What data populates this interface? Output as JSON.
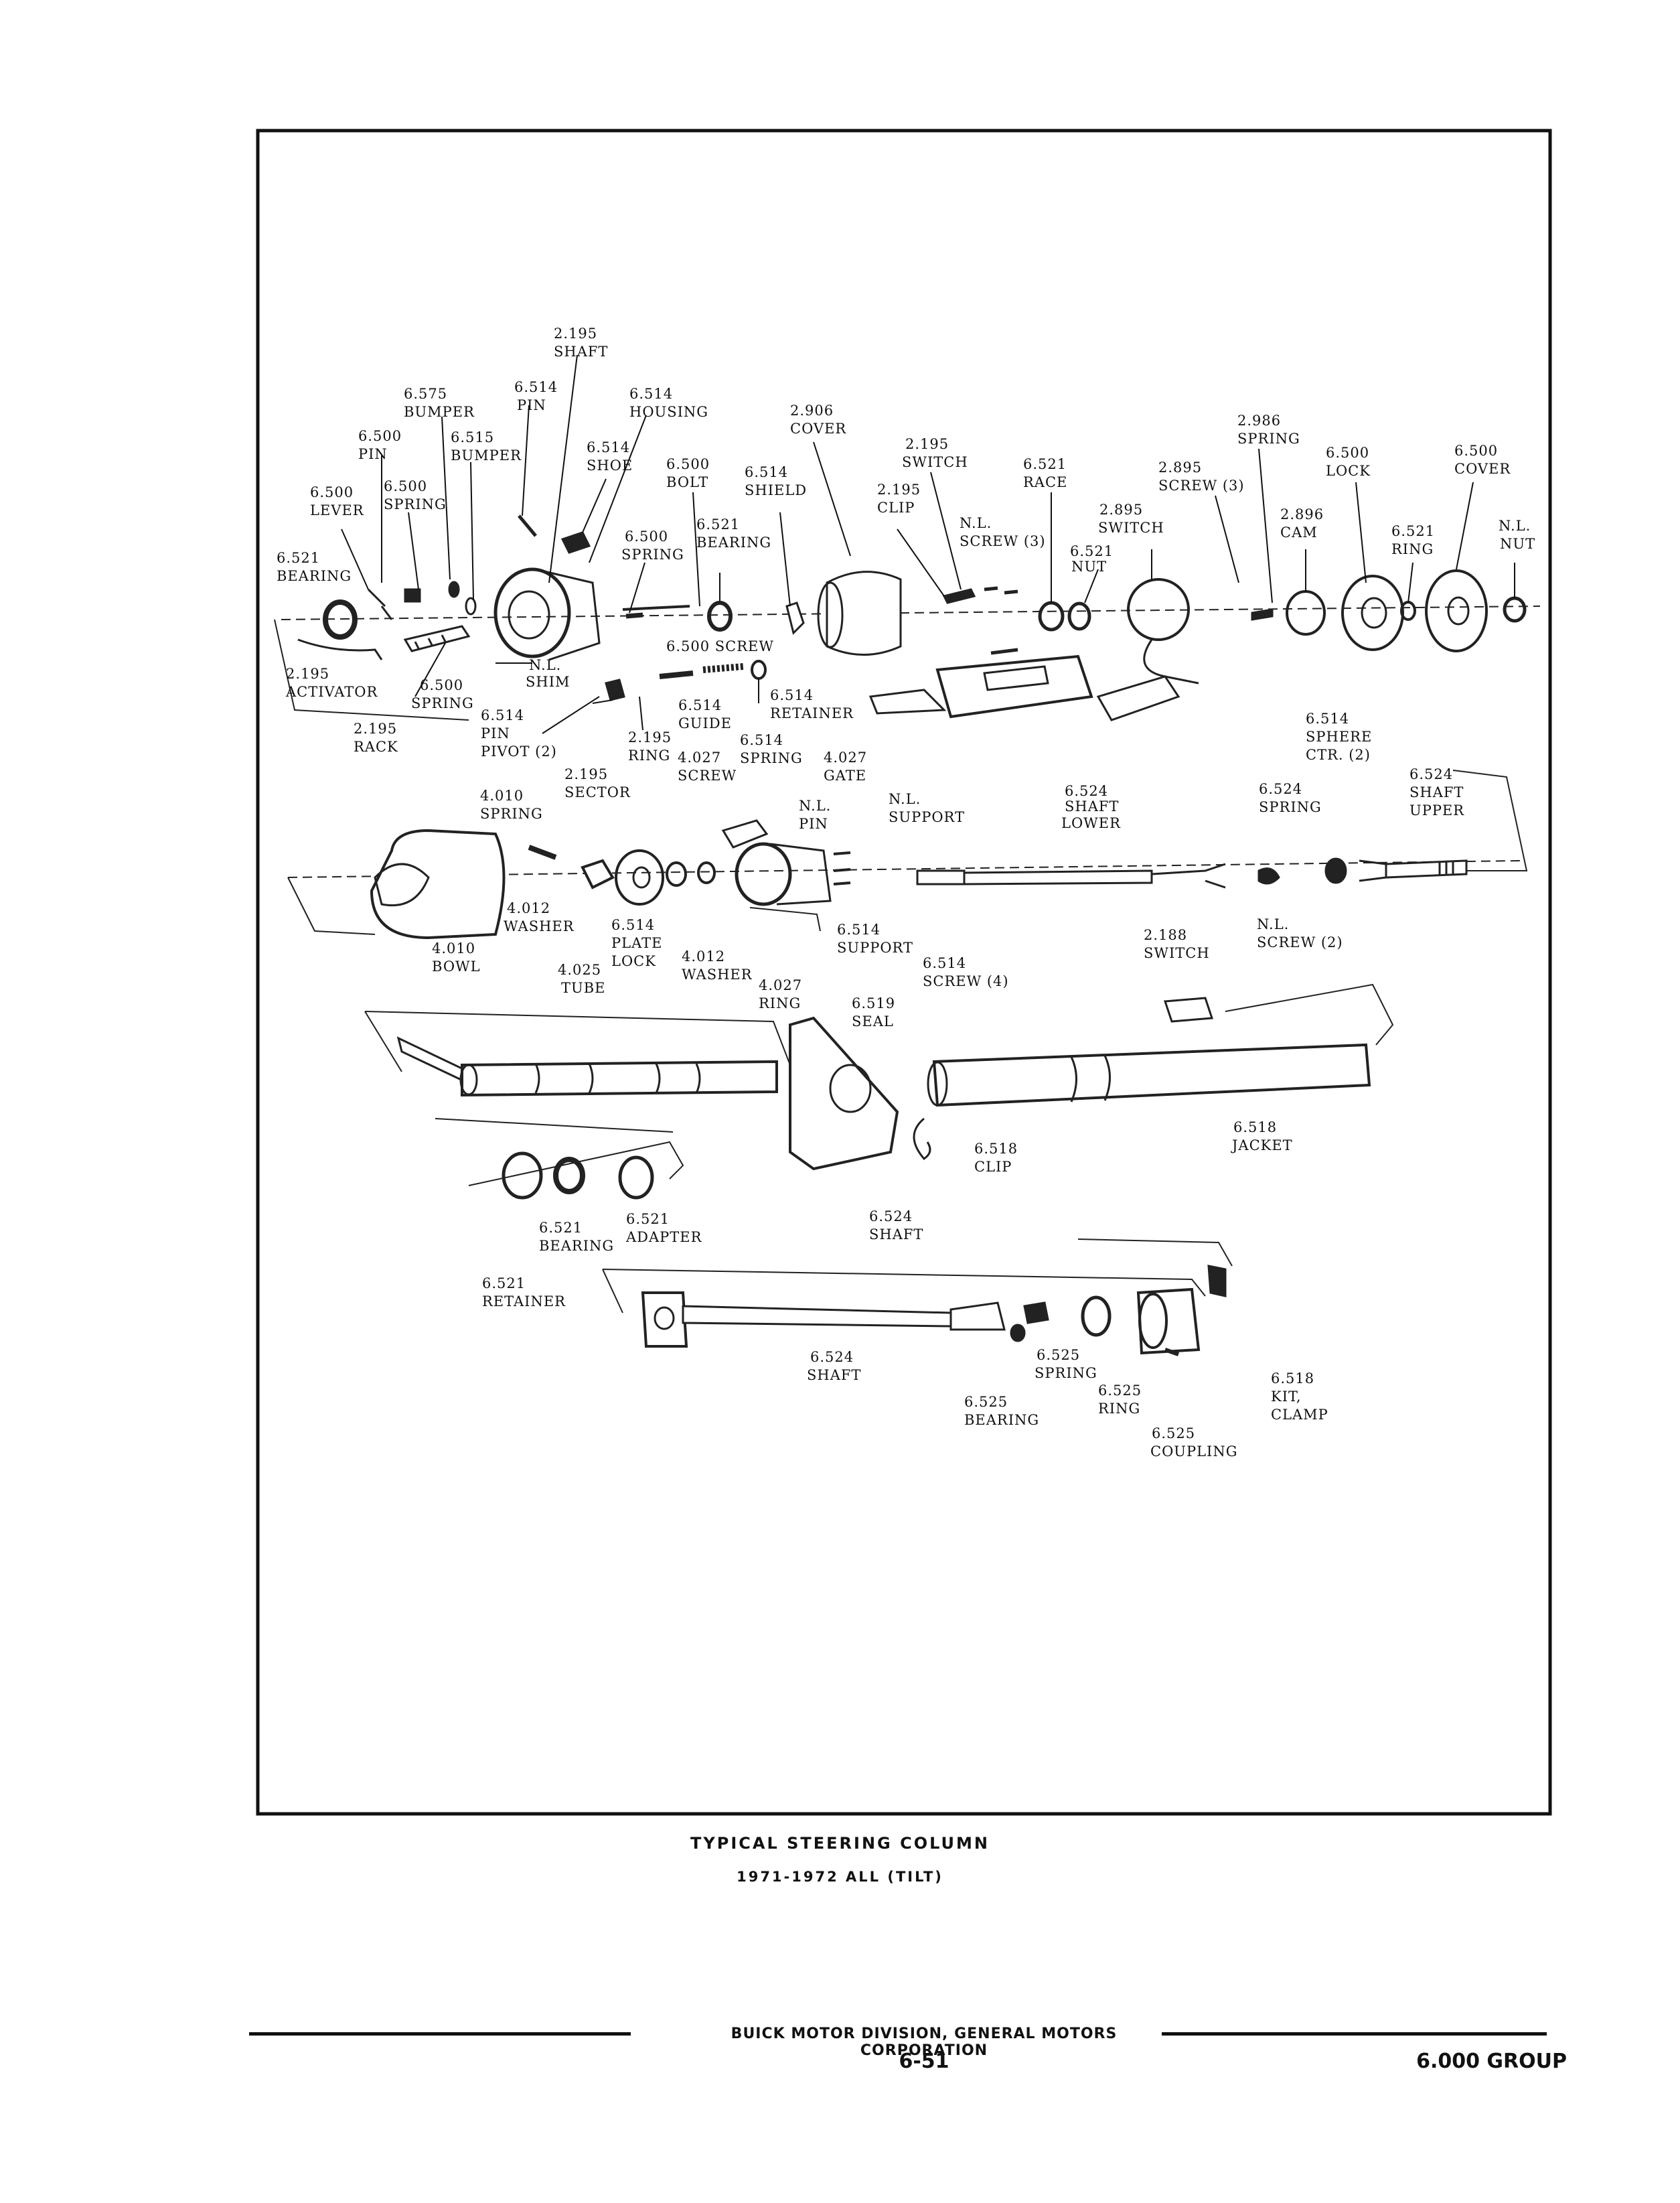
{
  "figure": {
    "caption_title": "TYPICAL STEERING COLUMN",
    "caption_subtitle": "1971-1972 ALL (TILT)"
  },
  "footer": {
    "company": "BUICK MOTOR DIVISION, GENERAL MOTORS CORPORATION",
    "page_number": "6-51",
    "group": "6.000 GROUP"
  },
  "callouts": {
    "shaft_top_num": "2.195",
    "shaft_top_name": "SHAFT",
    "bumper_575_num": "6.575",
    "bumper_575_name": "BUMPER",
    "pin_514_num": "6.514",
    "pin_514_name": "PIN",
    "housing_num": "6.514",
    "housing_name": "HOUSING",
    "cover_906_num": "2.906",
    "cover_906_name": "COVER",
    "spring_986_num": "2.986",
    "spring_986_name": "SPRING",
    "pin_500_num": "6.500",
    "pin_500_name": "PIN",
    "bumper_515_num": "6.515",
    "bumper_515_name": "BUMPER",
    "shoe_num": "6.514",
    "shoe_name": "SHOE",
    "switch_195_num": "2.195",
    "switch_195_name": "SWITCH",
    "lock_num": "6.500",
    "lock_name": "LOCK",
    "cover_500_num": "6.500",
    "cover_500_name": "COVER",
    "spring_500_num": "6.500",
    "spring_500_name": "SPRING",
    "bolt_num": "6.500",
    "bolt_name": "BOLT",
    "shield_num": "6.514",
    "shield_name": "SHIELD",
    "race_num": "6.521",
    "race_name": "RACE",
    "screw_895_num": "2.895",
    "screw_895_name": "SCREW (3)",
    "lever_num": "6.500",
    "lever_name": "LEVER",
    "clip_195_num": "2.195",
    "clip_195_name": "CLIP",
    "nl_screw3_num": "N.L.",
    "nl_screw3_name": "SCREW (3)",
    "switch_895_num": "2.895",
    "switch_895_name": "SWITCH",
    "cam_num": "2.896",
    "cam_name": "CAM",
    "ring_521_num": "6.521",
    "ring_521_name": "RING",
    "nl_nut_num": "N.L.",
    "nl_nut_name": "NUT",
    "spring_500b_num": "6.500",
    "spring_500b_name": "SPRING",
    "bearing_521a_num": "6.521",
    "bearing_521a_name": "BEARING",
    "nut_521_num": "6.521",
    "nut_521_name": "NUT",
    "bearing_521b_num": "6.521",
    "bearing_521b_name": "BEARING",
    "screw_500_label": "6.500 SCREW",
    "activator_num": "2.195",
    "activator_name": "ACTIVATOR",
    "nl_shim_num": "N.L.",
    "nl_shim_name": "SHIM",
    "spring_500c_num": "6.500",
    "spring_500c_name": "SPRING",
    "retainer_514_num": "6.514",
    "retainer_514_name": "RETAINER",
    "guide_num": "6.514",
    "guide_name": "GUIDE",
    "pin_pivot_num": "6.514",
    "pin_pivot_l1": "PIN",
    "pin_pivot_l2": "PIVOT (2)",
    "rack_num": "2.195",
    "rack_name": "RACK",
    "ring_195_num": "2.195",
    "ring_195_name": "RING",
    "spring_514_num": "6.514",
    "spring_514_name": "SPRING",
    "sphere_num": "6.514",
    "sphere_l1": "SPHERE",
    "sphere_l2": "CTR. (2)",
    "sector_num": "2.195",
    "sector_name": "SECTOR",
    "screw_027_num": "4.027",
    "screw_027_name": "SCREW",
    "gate_num": "4.027",
    "gate_name": "GATE",
    "spring_010_num": "4.010",
    "spring_010_name": "SPRING",
    "nl_pin_num": "N.L.",
    "nl_pin_name": "PIN",
    "nl_support_num": "N.L.",
    "nl_support_name": "SUPPORT",
    "shaft_lower_num": "6.524",
    "shaft_lower_l1": "SHAFT",
    "shaft_lower_l2": "LOWER",
    "spring_524_num": "6.524",
    "spring_524_name": "SPRING",
    "shaft_upper_num": "6.524",
    "shaft_upper_l1": "SHAFT",
    "shaft_upper_l2": "UPPER",
    "washer_012a_num": "4.012",
    "washer_012a_name": "WASHER",
    "plate_lock_num": "6.514",
    "plate_lock_l1": "PLATE",
    "plate_lock_l2": "LOCK",
    "support_514_num": "6.514",
    "support_514_name": "SUPPORT",
    "bowl_num": "4.010",
    "bowl_name": "BOWL",
    "washer_012b_num": "4.012",
    "washer_012b_name": "WASHER",
    "screw4_num": "6.514",
    "screw4_name": "SCREW (4)",
    "switch_188_num": "2.188",
    "switch_188_name": "SWITCH",
    "nl_screw2_num": "N.L.",
    "nl_screw2_name": "SCREW (2)",
    "tube_num": "4.025",
    "tube_name": "TUBE",
    "ring_027_num": "4.027",
    "ring_027_name": "RING",
    "seal_num": "6.519",
    "seal_name": "SEAL",
    "jacket_num": "6.518",
    "jacket_name": "JACKET",
    "clip_518_num": "6.518",
    "clip_518_name": "CLIP",
    "bearing_521c_num": "6.521",
    "bearing_521c_name": "BEARING",
    "adapter_num": "6.521",
    "adapter_name": "ADAPTER",
    "retainer_521_num": "6.521",
    "retainer_521_name": "RETAINER",
    "shaft_524a_num": "6.524",
    "shaft_524a_name": "SHAFT",
    "shaft_524b_num": "6.524",
    "shaft_524b_name": "SHAFT",
    "spring_525_num": "6.525",
    "spring_525_name": "SPRING",
    "kit_num": "6.518",
    "kit_l1": "KIT,",
    "kit_l2": "CLAMP",
    "bearing_525_num": "6.525",
    "bearing_525_name": "BEARING",
    "ring_525_num": "6.525",
    "ring_525_name": "RING",
    "coupling_num": "6.525",
    "coupling_name": "COUPLING"
  }
}
